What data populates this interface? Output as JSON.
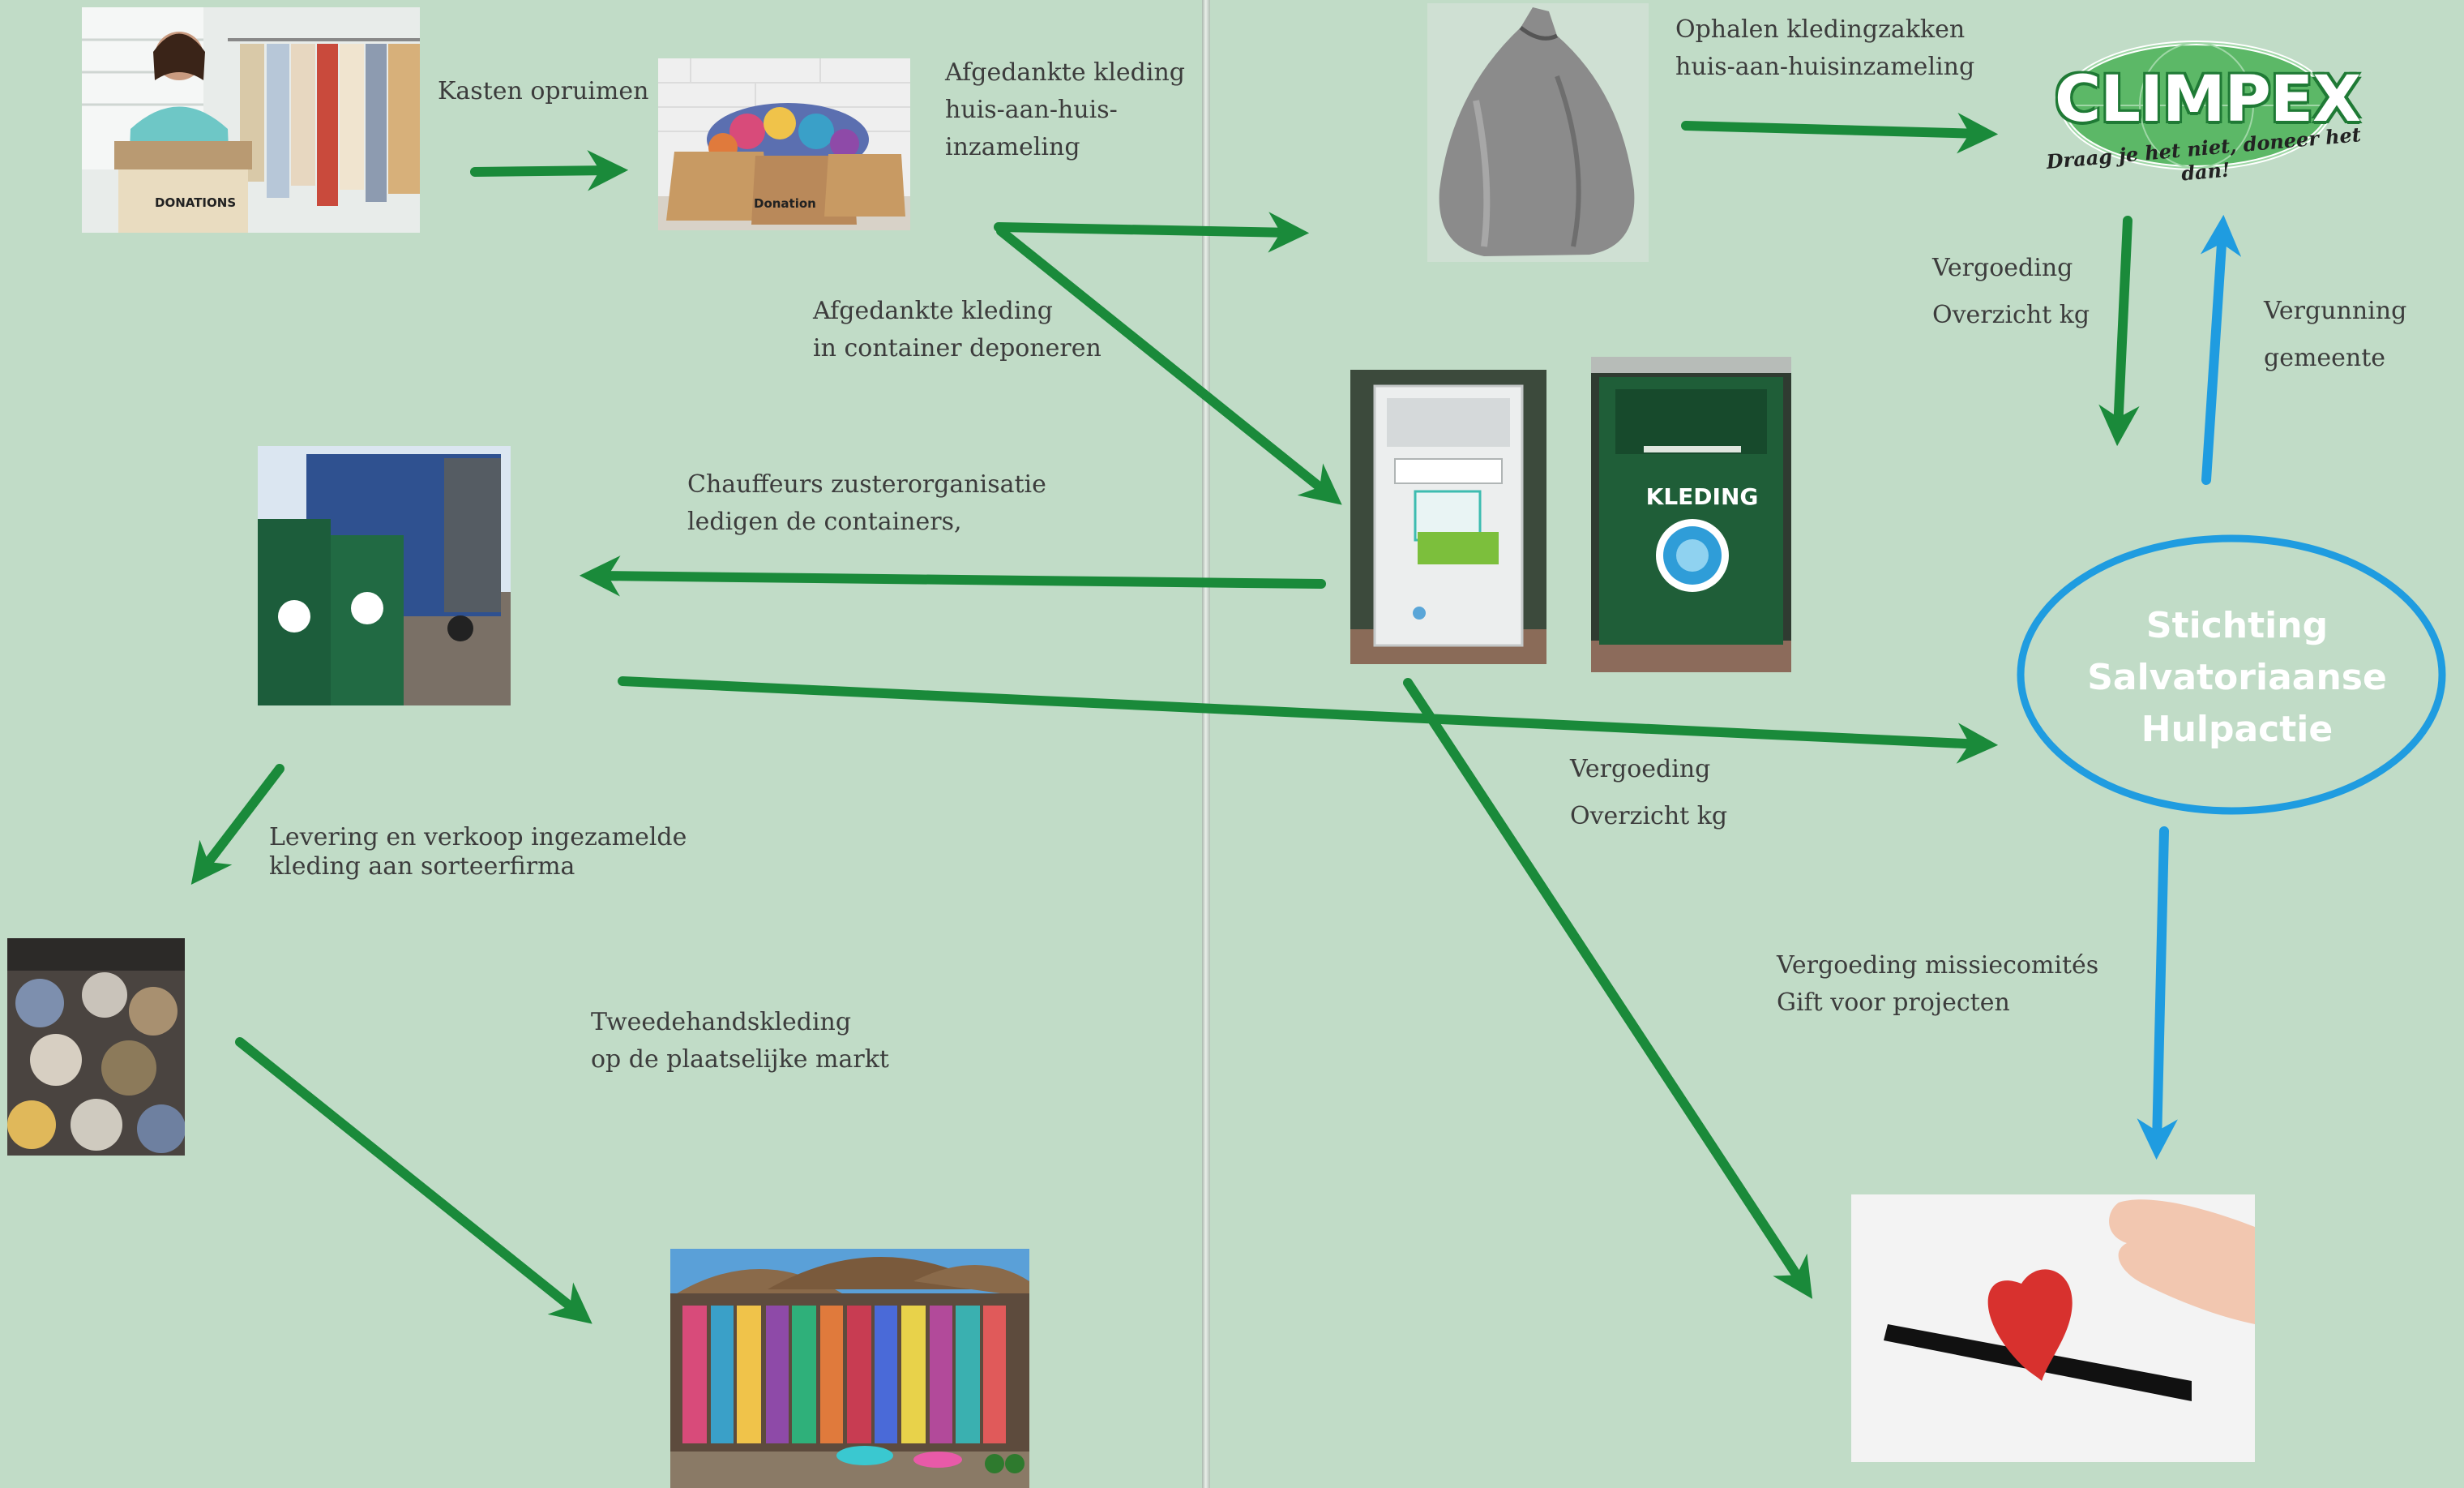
{
  "labels": {
    "kasten": [
      "Kasten opruimen"
    ],
    "afgedankt_huis": [
      "Afgedankte kleding",
      "huis-aan-huis-",
      "inzameling"
    ],
    "afgedankt_container": [
      "Afgedankte kleding",
      "in container deponeren"
    ],
    "chauffeurs": [
      "Chauffeurs zusterorganisatie",
      "ledigen de containers,"
    ],
    "levering": [
      "Levering  en  verkoop  ingezamelde",
      "kleding aan sorteerfirma"
    ],
    "tweedehands": [
      "Tweedehandskleding",
      "op de plaatselijke markt"
    ],
    "ophalen": [
      "Ophalen kledingzakken",
      "huis-aan-huisinzameling"
    ],
    "vergoeding_climpex": [
      "Vergoeding",
      "Overzicht kg"
    ],
    "vergunning": [
      "Vergunning",
      "gemeente"
    ],
    "vergoeding_container": [
      "Vergoeding",
      "Overzicht kg"
    ],
    "missie": [
      "Vergoeding missiecomités",
      "Gift voor projecten"
    ]
  },
  "climpex": {
    "name": "CLIMPEX",
    "slogan": "Draag je het niet, doneer het dan!"
  },
  "stichting": [
    "Stichting",
    "Salvatoriaanse",
    "Hulpactie"
  ],
  "photo_text": {
    "donations_box": "DONATIONS",
    "donation_box": "Donation",
    "kleding_container": "KLEDING"
  },
  "colors": {
    "background": "#c1dcc7",
    "green_arrow": "#1a8a3a",
    "blue_arrow": "#1f9ce0",
    "oval": "#1f9ce0"
  }
}
